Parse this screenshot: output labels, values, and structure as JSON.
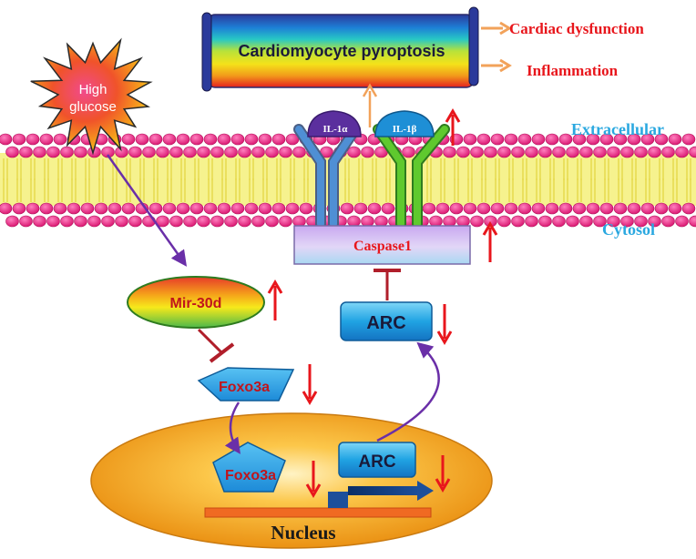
{
  "stimulus": {
    "label_line1": "High",
    "label_line2": "glucose"
  },
  "outcome": {
    "banner_label": "Cardiomyocyte pyroptosis",
    "effects": [
      "Cardiac dysfunction",
      "Inflammation"
    ]
  },
  "compartments": {
    "extracellular": "Extracellular",
    "cytosol": "Cytosol",
    "nucleus": "Nucleus"
  },
  "molecules": {
    "il1a": "IL-1α",
    "il1b": "IL-1β",
    "caspase": "Caspase1",
    "mir": "Mir-30d",
    "foxo_cytosol": "Foxo3a",
    "foxo_nucleus": "Foxo3a",
    "arc_cytosol": "ARC",
    "arc_nucleus": "ARC"
  },
  "colors": {
    "up_arrow": "#e8161c",
    "down_arrow": "#e8161c",
    "text_red": "#e8161c",
    "compartment_label": "#2aa8e0",
    "pathway_arrow": "#6a2fa8",
    "inhibition": "#b01e2a",
    "effect_arrow": "#f2a25a",
    "membrane_head": "#e8197a",
    "membrane_tail": "#f3f08a",
    "nucleus_fill": "#f5a623",
    "arc_box": "#1e8fd6"
  },
  "icons": [
    "starburst",
    "up-arrow",
    "down-arrow",
    "inhibition-bar",
    "gene-promoter-arrow"
  ]
}
